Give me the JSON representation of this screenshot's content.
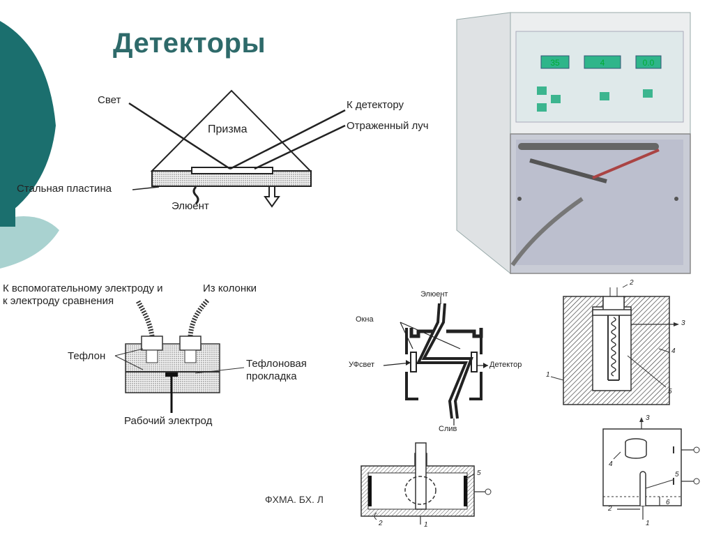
{
  "slide": {
    "title": "Детекторы",
    "footer": "ФХМА. БХ. Л",
    "accent_color": "#1b6f6e",
    "accent_light": "#a9d2d0"
  },
  "prism": {
    "light": "Свет",
    "prism": "Призма",
    "to_detector": "К детектору",
    "reflected": "Отраженный луч",
    "steel_plate": "Стальная пластина",
    "eluent": "Элюент"
  },
  "electrochem": {
    "aux_electrode_1": "К вспомогательному электроду и",
    "aux_electrode_2": "к электроду сравнения",
    "from_column": "Из колонки",
    "teflon": "Тефлон",
    "gasket_1": "Тефлоновая",
    "gasket_2": "прокладка",
    "working_electrode": "Рабочий электрод"
  },
  "uv_cell": {
    "eluent": "Элюент",
    "windows": "Окна",
    "uv_light": "УФсвет",
    "detector": "Детектор",
    "drain": "Слив"
  },
  "schemes": {
    "n1": "1",
    "n2": "2",
    "n3": "3",
    "n4": "4",
    "n5": "5",
    "n6": "6"
  },
  "device": {
    "display_1": "35",
    "display_2": "4",
    "display_3": "0.0"
  }
}
